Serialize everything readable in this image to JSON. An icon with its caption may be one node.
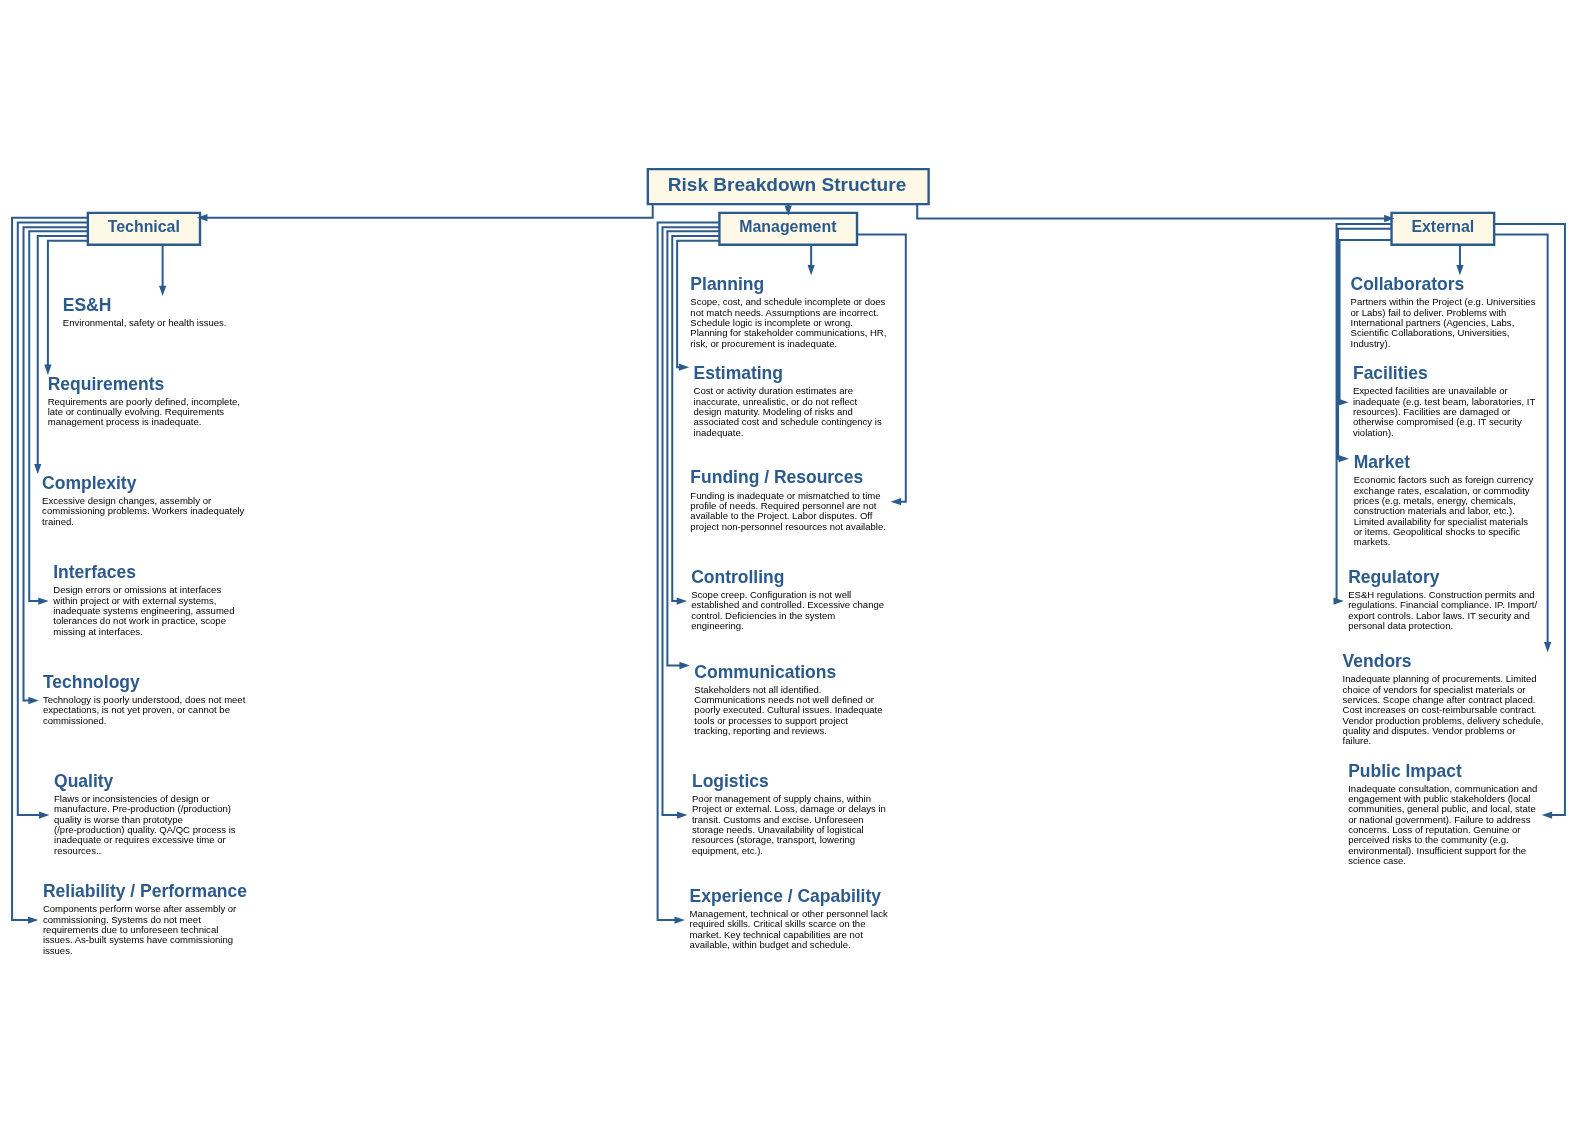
{
  "diagram": {
    "nodes": [
      {
        "text": [
          "Risk Breakdown Structure"
        ]
      },
      {
        "text": [
          "Technical"
        ]
      },
      {
        "text": [
          "Management"
        ]
      },
      {
        "text": [
          "External"
        ]
      },
      {
        "text": [
          "ES&H",
          "Environmental, safety or health issues."
        ]
      },
      {
        "text": [
          "Requirements",
          "Requirements are poorly defined, incomplete, late or continually evolving. Requirements management process is inadequate."
        ]
      },
      {
        "text": [
          "Complexity",
          "Excessive design changes, assembly or commissioning problems. Workers inadequately trained."
        ]
      },
      {
        "text": [
          "Interfaces",
          "Design errors or omissions at interfaces within project or with external systems, inadequate systems engineering, assumed tolerances do not work in practice, scope missing at interfaces."
        ]
      },
      {
        "text": [
          "Technology",
          "Technology is poorly understood, does not meet expectations, is not yet proven, or cannot be commissioned."
        ]
      },
      {
        "text": [
          "Quality",
          "Flaws or inconsistencies of design or manufacture. Pre-production (/production) quality is worse than prototype (/pre-production) quality. QA/QC process is inadequate or requires excessive time or resources.."
        ]
      },
      {
        "text": [
          "Reliability / Performance",
          "Components perform worse after assembly or commissioning. Systems do not meet requirements due to unforeseen technical issues. As-built systems have commissioning issues."
        ]
      },
      {
        "text": [
          "Planning",
          "Scope, cost, and schedule incomplete or does not match needs. Assumptions are incorrect. Schedule logic is incomplete or wrong. Planning for stakeholder communications, HR, risk, or procurement is inadequate."
        ]
      },
      {
        "text": [
          "Estimating",
          "Cost or activity duration estimates are inaccurate, unrealistic, or do not reflect design maturity. Modeling of risks and associated cost and schedule contingency is inadequate."
        ]
      },
      {
        "text": [
          "Funding / Resources",
          "Funding is inadequate or mismatched to time profile of needs. Required personnel are not available to the Project. Labor disputes. Off project non-personnel resources not available."
        ]
      },
      {
        "text": [
          "Controlling",
          "Scope creep. Configuration is not well established and controlled. Excessive change control. Deficiencies in the system engineering."
        ]
      },
      {
        "text": [
          "Communications",
          "Stakeholders not all identified. Communications needs not well defined or poorly executed. Cultural issues. Inadequate tools or processes to support project tracking, reporting and reviews."
        ]
      },
      {
        "text": [
          "Logistics",
          "Poor management of supply chains, within Project or external. Loss, damage or delays in transit. Customs and excise. Unforeseen storage needs. Unavailability of logistical resources (storage, transport, lowering equipment, etc.)."
        ]
      },
      {
        "text": [
          "Experience / Capability",
          "Management, technical or other personnel lack required skills. Critical skills scarce on the market. Key technical capabilities are not available, within budget and schedule."
        ]
      },
      {
        "text": [
          "Collaborators",
          "Partners within the Project (e.g. Universities or Labs) fail to deliver. Problems with International partners (Agencies, Labs, Scientific Collaborations, Universities, Industry)."
        ]
      },
      {
        "text": [
          "Facilities",
          "Expected facilities are unavailable or inadequate (e.g. test beam, laboratories, IT resources). Facilities are damaged or otherwise compromised (e.g. IT security violation)."
        ]
      },
      {
        "text": [
          "Market",
          "Economic factors such as foreign currency exchange rates, escalation, or commodity prices (e.g. metals, energy, chemicals, construction materials and labor, etc.). Limited availability for specialist materials or items. Geopolitical shocks to specific markets."
        ]
      },
      {
        "text": [
          "Regulatory",
          "ES&H regulations. Construction permits and regulations. Financial compliance. IP. Import/ export controls. Labor laws. IT security and personal data protection."
        ]
      },
      {
        "text": [
          "Vendors",
          "Inadequate planning of procurements. Limited choice of vendors for specialist materials or services. Scope change after contract placed. Cost increases on cost-reimbursable contract. Vendor production problems, delivery schedule, quality and disputes. Vendor problems or failure."
        ]
      },
      {
        "text": [
          "Public Impact",
          "Inadequate consultation, communication and engagement with public stakeholders (local communities, general public, and local, state or national government). Failure to address concerns. Loss of reputation. Genuine or perceived risks to the community (e.g. environmental). Insufficient support for the science case."
        ]
      }
    ],
    "edges": [
      {
        "from": 0,
        "to": 1,
        "arrow": "to"
      },
      {
        "from": 0,
        "to": 2,
        "arrow": "to"
      },
      {
        "from": 0,
        "to": 3,
        "arrow": "to"
      },
      {
        "from": 1,
        "to": 4,
        "arrow": "to"
      },
      {
        "from": 1,
        "to": 5,
        "arrow": "to"
      },
      {
        "from": 1,
        "to": 6,
        "arrow": "to"
      },
      {
        "from": 1,
        "to": 7,
        "arrow": "to"
      },
      {
        "from": 1,
        "to": 8,
        "arrow": "to"
      },
      {
        "from": 1,
        "to": 9,
        "arrow": "to"
      },
      {
        "from": 1,
        "to": 10,
        "arrow": "to"
      },
      {
        "from": 2,
        "to": 11,
        "arrow": "to"
      },
      {
        "from": 2,
        "to": 12,
        "arrow": "to"
      },
      {
        "from": 2,
        "to": 13,
        "arrow": "to"
      },
      {
        "from": 2,
        "to": 14,
        "arrow": "to"
      },
      {
        "from": 2,
        "to": 15,
        "arrow": "to"
      },
      {
        "from": 2,
        "to": 16,
        "arrow": "to"
      },
      {
        "from": 2,
        "to": 17,
        "arrow": "to"
      },
      {
        "from": 3,
        "to": 18,
        "arrow": "to"
      },
      {
        "from": 3,
        "to": 19,
        "arrow": "to"
      },
      {
        "from": 3,
        "to": 20,
        "arrow": "to"
      },
      {
        "from": 3,
        "to": 21,
        "arrow": "to"
      },
      {
        "from": 3,
        "to": 22,
        "arrow": "to"
      },
      {
        "from": 3,
        "to": 23,
        "arrow": "to"
      }
    ]
  }
}
